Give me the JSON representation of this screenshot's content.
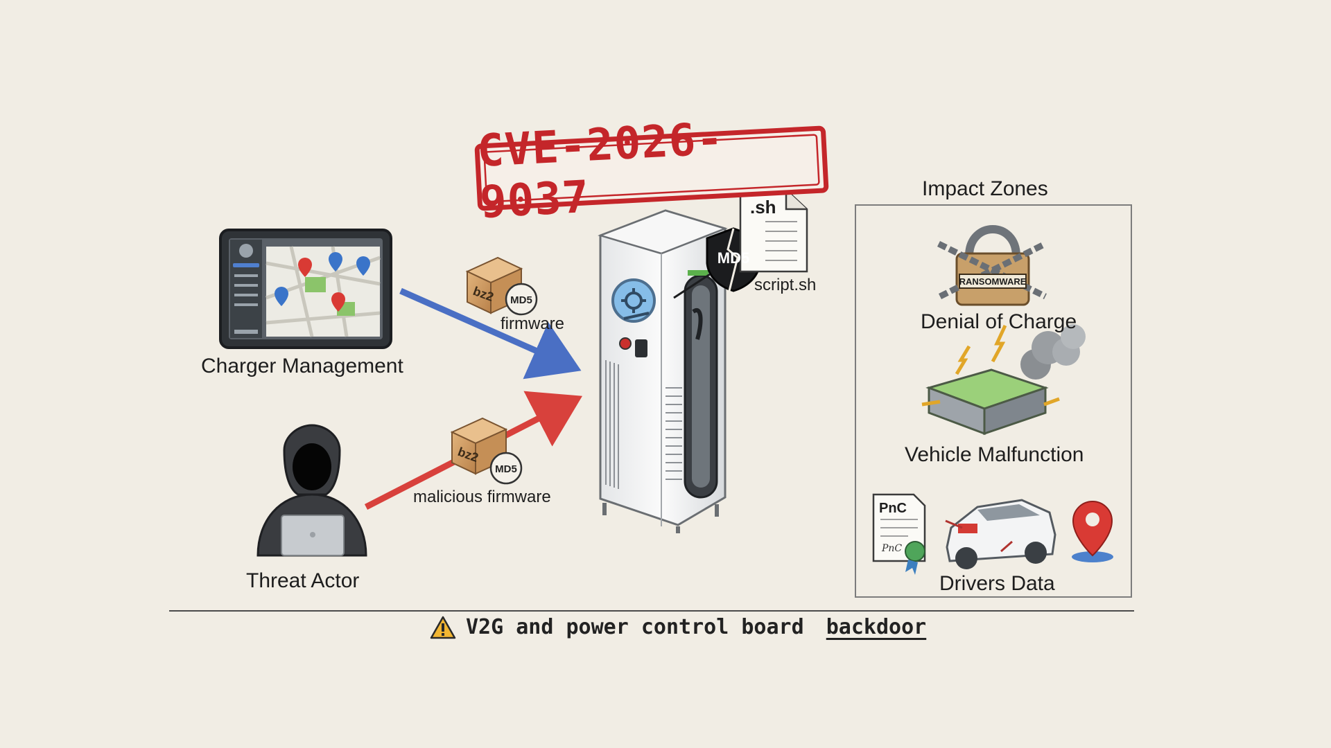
{
  "cve_id": "CVE-2026-9037",
  "nodes": {
    "charger_management": "Charger Management",
    "threat_actor": "Threat Actor"
  },
  "packages": {
    "box_label": "bz2",
    "hash_badge": "MD5",
    "legit_label": "firmware",
    "malicious_label": "malicious firmware"
  },
  "charger": {
    "shield_label": "MD5",
    "script_file_ext": ".sh",
    "script_label": "script.sh"
  },
  "impact": {
    "title": "Impact Zones",
    "lock_label": "RANSOMWARE",
    "zones": [
      "Denial of Charge",
      "Vehicle Malfunction",
      "Drivers Data"
    ],
    "pnc_label": "PnC",
    "pnc_sub": "PnC"
  },
  "caption": {
    "text_before": "V2G and power control board ",
    "text_underlined": "backdoor"
  },
  "colors": {
    "legit_arrow": "#4a6fc4",
    "malicious_arrow": "#d8413c",
    "stamp_red": "#c4262a",
    "pin_red": "#d93a34",
    "pin_blue": "#3a74c9"
  }
}
